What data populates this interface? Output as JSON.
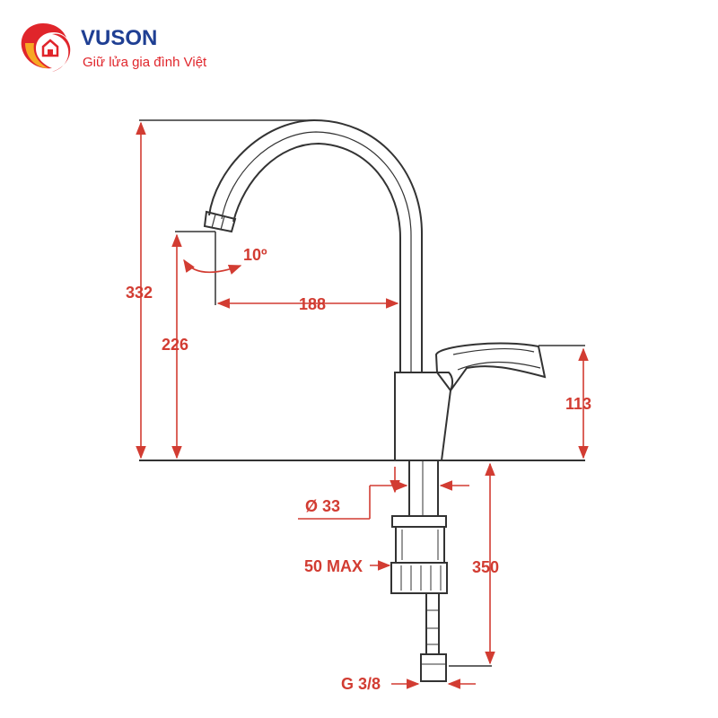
{
  "brand": {
    "name": "VUSON",
    "tagline": "Giữ lửa gia đình Việt",
    "name_color": "#1f3f93",
    "accent_color": "#e0252b",
    "flame_color": "#f7a823"
  },
  "colors": {
    "dimension": "#d23c32",
    "outline": "#333333"
  },
  "dimensions": {
    "total_height": "332",
    "spout_height": "226",
    "spout_angle": "10º",
    "spout_reach": "188",
    "handle_height": "113",
    "shank_diameter": "Ø 33",
    "max_thickness": "50 MAX",
    "hose_length": "350",
    "thread": "G 3/8"
  }
}
